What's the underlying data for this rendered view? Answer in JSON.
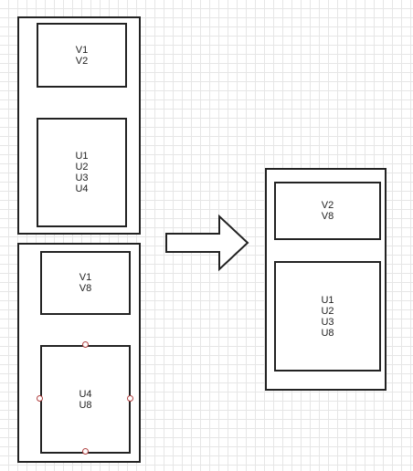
{
  "diagram": {
    "left_top": {
      "box1": {
        "lines": [
          "V1",
          "V2"
        ]
      },
      "box2": {
        "lines": [
          "U1",
          "U2",
          "U3",
          "U4"
        ]
      }
    },
    "left_bottom": {
      "box1": {
        "lines": [
          "V1",
          "V8"
        ]
      },
      "box2": {
        "lines": [
          "U4",
          "U8"
        ]
      }
    },
    "right": {
      "box1": {
        "lines": [
          "V2",
          "V8"
        ]
      },
      "box2": {
        "lines": [
          "U1",
          "U2",
          "U3",
          "U8"
        ]
      }
    }
  }
}
